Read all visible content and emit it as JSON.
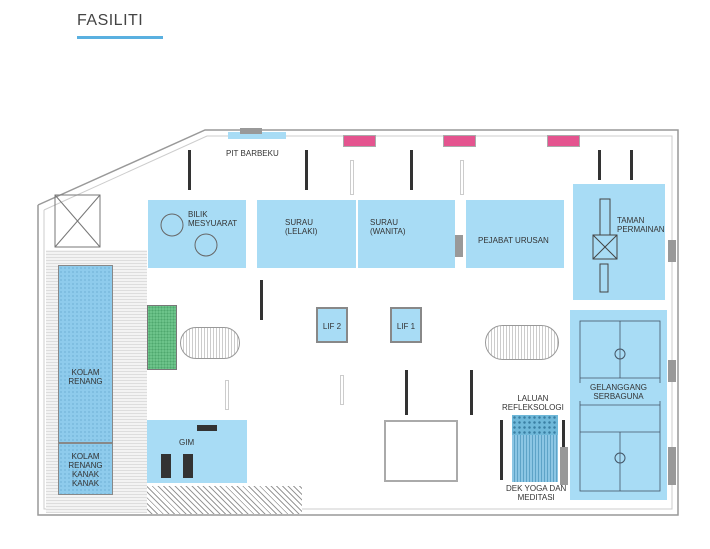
{
  "header": {
    "title": "FASILITI",
    "accent_color": "#5ab0e0"
  },
  "rooms": {
    "bbq": "PIT BARBEKU",
    "meeting": "BILIK\nMESYUARAT",
    "surau_m": "SURAU\n(LELAKI)",
    "surau_f": "SURAU\n(WANITA)",
    "office": "PEJABAT URUSAN",
    "playground": "TAMAN\nPERMAINAN",
    "lift2": "LIF 2",
    "lift1": "LIF 1",
    "pool": "KOLAM\nRENANG",
    "kids_pool": "KOLAM\nRENANG\nKANAK\nKANAK",
    "gym": "GIM",
    "reflexology": "LALUAN\nREFLEKSOLOGI",
    "yoga": "DEK YOGA DAN\nMEDITASI",
    "court": "GELANGGANG\nSERBAGUNA"
  },
  "colors": {
    "room": "#a8dcf5",
    "pink": "#e4548f",
    "green": "#6cc38a"
  }
}
